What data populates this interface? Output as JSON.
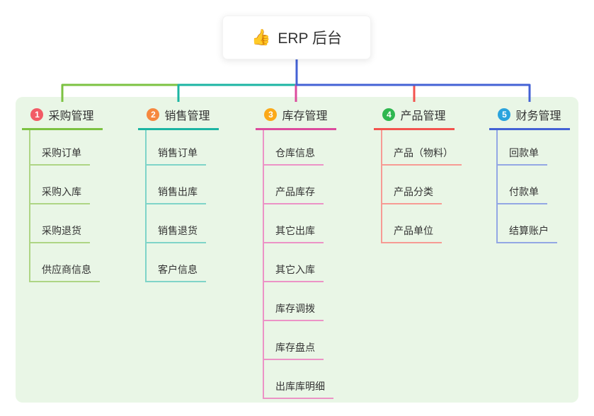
{
  "root": {
    "icon": "thumbs-up",
    "icon_char": "👍",
    "label": "ERP 后台"
  },
  "colors": {
    "panel_bg": "#e9f6e6",
    "root_connector": "#4462d5",
    "card_bg": "#ffffff",
    "text": "#333333"
  },
  "branches": [
    {
      "num": "1",
      "label": "采购管理",
      "badge_color": "#f25b66",
      "line_color": "#7cc242",
      "sub_line_color": "#aed584",
      "children": [
        "采购订单",
        "采购入库",
        "采购退货",
        "供应商信息"
      ]
    },
    {
      "num": "2",
      "label": "销售管理",
      "badge_color": "#f6883f",
      "line_color": "#1cb5a3",
      "sub_line_color": "#7fd4c8",
      "children": [
        "销售订单",
        "销售出库",
        "销售退货",
        "客户信息"
      ]
    },
    {
      "num": "3",
      "label": "库存管理",
      "badge_color": "#fba919",
      "line_color": "#dc4b9d",
      "sub_line_color": "#ec93c6",
      "children": [
        "仓库信息",
        "产品库存",
        "其它出库",
        "其它入库",
        "库存调拨",
        "库存盘点",
        "出库库明细"
      ]
    },
    {
      "num": "4",
      "label": "产品管理",
      "badge_color": "#2eb74f",
      "line_color": "#f3534e",
      "sub_line_color": "#f79b94",
      "children": [
        "产品（物料）",
        "产品分类",
        "产品单位"
      ]
    },
    {
      "num": "5",
      "label": "财务管理",
      "badge_color": "#2aa3dd",
      "line_color": "#4462d5",
      "sub_line_color": "#93a7e4",
      "children": [
        "回款单",
        "付款单",
        "结算账户"
      ]
    }
  ]
}
